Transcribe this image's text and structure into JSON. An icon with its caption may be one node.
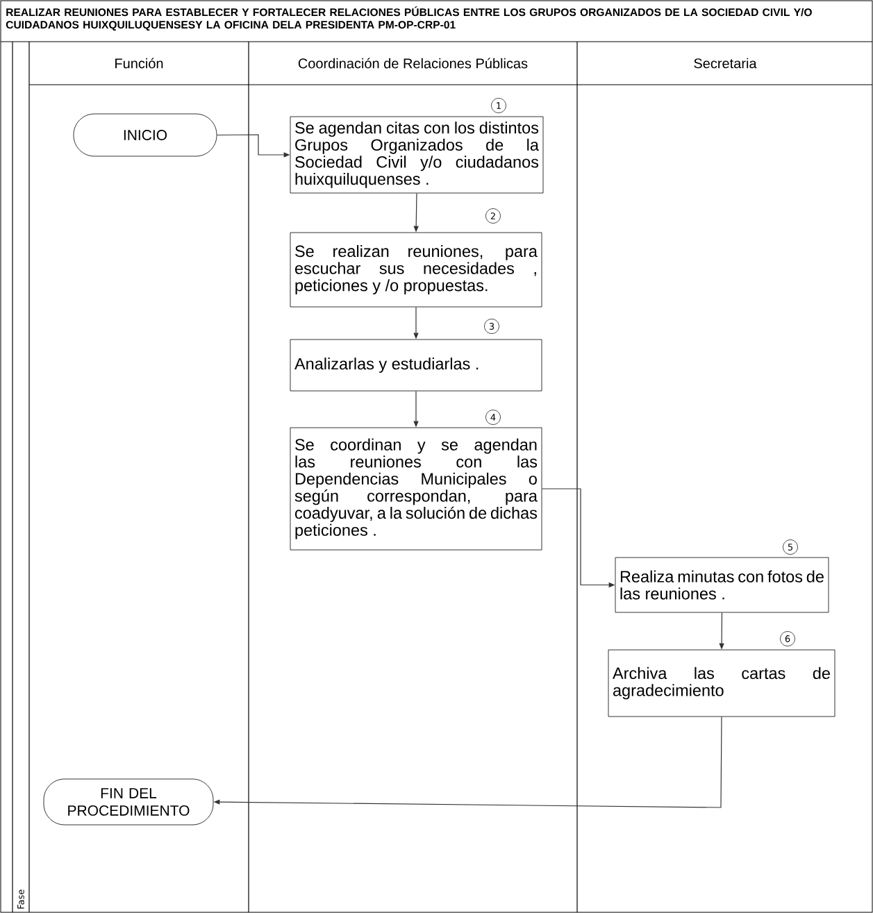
{
  "diagram": {
    "title": "REALIZAR REUNIONES PARA ESTABLECER Y FORTALECER RELACIONES PÚBLICAS ENTRE LOS GRUPOS ORGANIZADOS DE LA SOCIEDAD CIVIL Y/O CUIDADANOS HUIXQUILUQUENSESY LA OFICINA DELA PRESIDENTA PM-OP-CRP-01",
    "nodes": [
      {
        "text": [
          "Función"
        ]
      },
      {
        "text": [
          "Coordinación de Relaciones Públicas"
        ]
      },
      {
        "text": [
          "Secretaria"
        ]
      },
      {
        "text": [
          "INICIO"
        ]
      },
      {
        "text": [
          "Se agendan citas con los distintos Grupos Organizados de la Sociedad Civil y/o ciudadanos huixquiluquenses ."
        ],
        "beside": [
          "1"
        ]
      },
      {
        "text": [
          "Se realizan reuniones, para escuchar sus necesidades , peticiones y /o propuestas."
        ],
        "beside": [
          "2"
        ]
      },
      {
        "text": [
          "Analizarlas y estudiarlas ."
        ],
        "beside": [
          "3"
        ]
      },
      {
        "text": [
          "Se coordinan y se agendan las reuniones con las Dependencias Municipales o según correspondan, para coadyuvar, a la solución de dichas peticiones ."
        ],
        "beside": [
          "4"
        ]
      },
      {
        "text": [
          "Realiza minutas con fotos de las reuniones ."
        ],
        "beside": [
          "5"
        ]
      },
      {
        "text": [
          "Archiva las cartas de agradecimiento"
        ],
        "beside": [
          "6"
        ]
      },
      {
        "text": [
          "FIN DEL PROCEDIMIENTO"
        ]
      }
    ],
    "edges": [
      {
        "from": 3,
        "to": 4,
        "arrow": "to"
      },
      {
        "from": 4,
        "to": 5,
        "arrow": "to"
      },
      {
        "from": 5,
        "to": 6,
        "arrow": "to"
      },
      {
        "from": 6,
        "to": 7,
        "arrow": "to"
      },
      {
        "from": 7,
        "to": 8,
        "arrow": "to"
      },
      {
        "from": 8,
        "to": 9,
        "arrow": "to"
      },
      {
        "from": 9,
        "to": 10,
        "arrow": "to"
      }
    ],
    "labels": [
      "Fase"
    ]
  }
}
